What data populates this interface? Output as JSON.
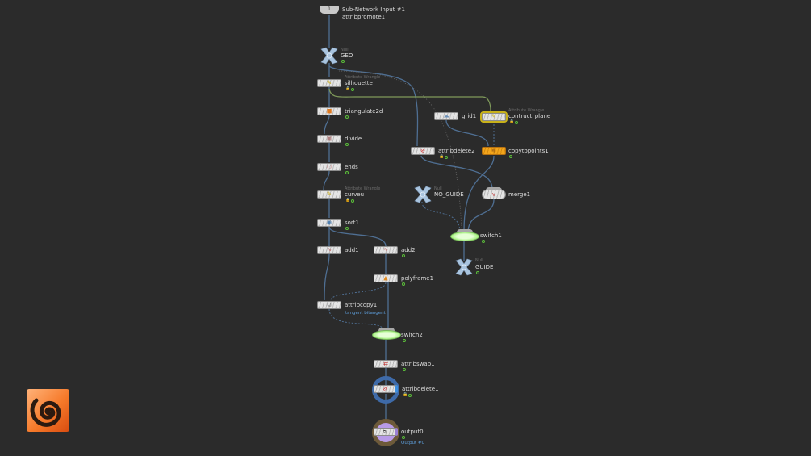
{
  "app": "Houdini Network Editor",
  "colors": {
    "background": "#2b2b2b",
    "wire": "#4f6f93",
    "wire_green": "#7f9a5a",
    "display_flag": "#5bbf3a",
    "copytopoints": "#f3a51c",
    "switch": "#a6f080",
    "selected_outline": "#c8b11a",
    "attribdelete_ring": "#3e6aa8",
    "output_ring": "#8a6a3a",
    "output_fill": "#9b7fd6"
  },
  "nodes": [
    {
      "id": "input1",
      "name": "attribpromote1",
      "type_label": "Sub-Network Input #1",
      "index": "1"
    },
    {
      "id": "geo",
      "name": "GEO",
      "type_label": "Null",
      "icon": "null-icon"
    },
    {
      "id": "silhouette",
      "name": "silhouette",
      "type_label": "Attribute Wrangle",
      "icon": "wrangle-icon"
    },
    {
      "id": "triangulate2d",
      "name": "triangulate2d",
      "type_label": "",
      "icon": "triangulate-icon"
    },
    {
      "id": "divide",
      "name": "divide",
      "type_label": "",
      "icon": "divide-icon"
    },
    {
      "id": "ends",
      "name": "ends",
      "type_label": "",
      "icon": "ends-icon"
    },
    {
      "id": "curveu",
      "name": "curveu",
      "type_label": "Attribute Wrangle",
      "icon": "wrangle-icon"
    },
    {
      "id": "sort1",
      "name": "sort1",
      "type_label": "",
      "icon": "sort-icon"
    },
    {
      "id": "add1",
      "name": "add1",
      "type_label": "",
      "icon": "add-icon"
    },
    {
      "id": "add2",
      "name": "add2",
      "type_label": "",
      "icon": "add-icon"
    },
    {
      "id": "polyframe1",
      "name": "polyframe1",
      "type_label": "",
      "icon": "polyframe-icon"
    },
    {
      "id": "attribcopy1",
      "name": "attribcopy1",
      "type_label": "",
      "icon": "attribcopy-icon",
      "sub": "tangent bitangent"
    },
    {
      "id": "switch2",
      "name": "switch2",
      "type_label": "",
      "icon": "switch-icon"
    },
    {
      "id": "attribswap1",
      "name": "attribswap1",
      "type_label": "",
      "icon": "attribswap-icon"
    },
    {
      "id": "attribdelete1",
      "name": "attribdelete1",
      "type_label": "",
      "icon": "attribdelete-icon"
    },
    {
      "id": "output0",
      "name": "output0",
      "type_label": "",
      "icon": "output-icon",
      "sub": "Output #0"
    },
    {
      "id": "grid1",
      "name": "grid1",
      "type_label": "",
      "icon": "grid-icon"
    },
    {
      "id": "contruct_plane",
      "name": "contruct_plane",
      "type_label": "Attribute Wrangle",
      "icon": "wrangle-icon"
    },
    {
      "id": "attribdelete2",
      "name": "attribdelete2",
      "type_label": "",
      "icon": "attribdelete-icon"
    },
    {
      "id": "copytopoints1",
      "name": "copytopoints1",
      "type_label": "",
      "icon": "copytopoints-icon"
    },
    {
      "id": "no_guide",
      "name": "NO_GUIDE",
      "type_label": "Null",
      "icon": "null-icon"
    },
    {
      "id": "merge1",
      "name": "merge1",
      "type_label": "",
      "icon": "merge-icon"
    },
    {
      "id": "switch1",
      "name": "switch1",
      "type_label": "",
      "icon": "switch-icon"
    },
    {
      "id": "guide",
      "name": "GUIDE",
      "type_label": "Null",
      "icon": "null-icon"
    }
  ],
  "logo": {
    "name": "houdini-logo"
  }
}
